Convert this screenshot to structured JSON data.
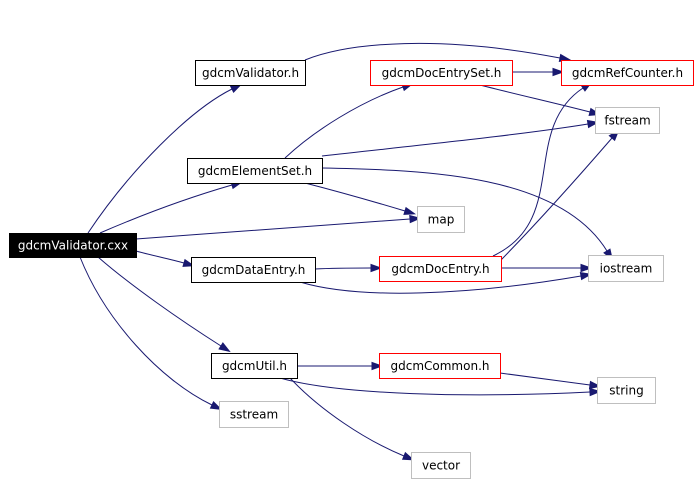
{
  "graph": {
    "nodes": [
      {
        "id": "validator_cxx",
        "label": "gdcmValidator.cxx",
        "style": "root"
      },
      {
        "id": "validator_h",
        "label": "gdcmValidator.h",
        "style": "black"
      },
      {
        "id": "docentryset_h",
        "label": "gdcmDocEntrySet.h",
        "style": "red"
      },
      {
        "id": "refcounter_h",
        "label": "gdcmRefCounter.h",
        "style": "red"
      },
      {
        "id": "fstream",
        "label": "fstream",
        "style": "gray"
      },
      {
        "id": "elementset_h",
        "label": "gdcmElementSet.h",
        "style": "black"
      },
      {
        "id": "map",
        "label": "map",
        "style": "gray"
      },
      {
        "id": "iostream",
        "label": "iostream",
        "style": "gray"
      },
      {
        "id": "dataentry_h",
        "label": "gdcmDataEntry.h",
        "style": "black"
      },
      {
        "id": "docentry_h",
        "label": "gdcmDocEntry.h",
        "style": "red"
      },
      {
        "id": "util_h",
        "label": "gdcmUtil.h",
        "style": "black"
      },
      {
        "id": "common_h",
        "label": "gdcmCommon.h",
        "style": "red"
      },
      {
        "id": "string",
        "label": "string",
        "style": "gray"
      },
      {
        "id": "sstream",
        "label": "sstream",
        "style": "gray"
      },
      {
        "id": "vector",
        "label": "vector",
        "style": "gray"
      }
    ],
    "edges": [
      {
        "from": "validator_cxx",
        "to": "validator_h"
      },
      {
        "from": "validator_cxx",
        "to": "elementset_h"
      },
      {
        "from": "validator_cxx",
        "to": "map"
      },
      {
        "from": "validator_cxx",
        "to": "dataentry_h"
      },
      {
        "from": "validator_cxx",
        "to": "util_h"
      },
      {
        "from": "validator_cxx",
        "to": "sstream"
      },
      {
        "from": "validator_h",
        "to": "refcounter_h"
      },
      {
        "from": "elementset_h",
        "to": "docentryset_h"
      },
      {
        "from": "elementset_h",
        "to": "fstream"
      },
      {
        "from": "elementset_h",
        "to": "map"
      },
      {
        "from": "elementset_h",
        "to": "iostream"
      },
      {
        "from": "docentryset_h",
        "to": "refcounter_h"
      },
      {
        "from": "docentryset_h",
        "to": "fstream"
      },
      {
        "from": "dataentry_h",
        "to": "docentry_h"
      },
      {
        "from": "dataentry_h",
        "to": "iostream"
      },
      {
        "from": "docentry_h",
        "to": "refcounter_h"
      },
      {
        "from": "docentry_h",
        "to": "fstream"
      },
      {
        "from": "docentry_h",
        "to": "iostream"
      },
      {
        "from": "util_h",
        "to": "common_h"
      },
      {
        "from": "util_h",
        "to": "string"
      },
      {
        "from": "util_h",
        "to": "vector"
      },
      {
        "from": "common_h",
        "to": "string"
      }
    ],
    "colors": {
      "edge": "#191970",
      "root_fill": "#000000",
      "root_text": "#ffffff",
      "black_border": "#000000",
      "red_border": "#ff0000",
      "gray_border": "#bfbfbf",
      "text": "#000000"
    }
  }
}
